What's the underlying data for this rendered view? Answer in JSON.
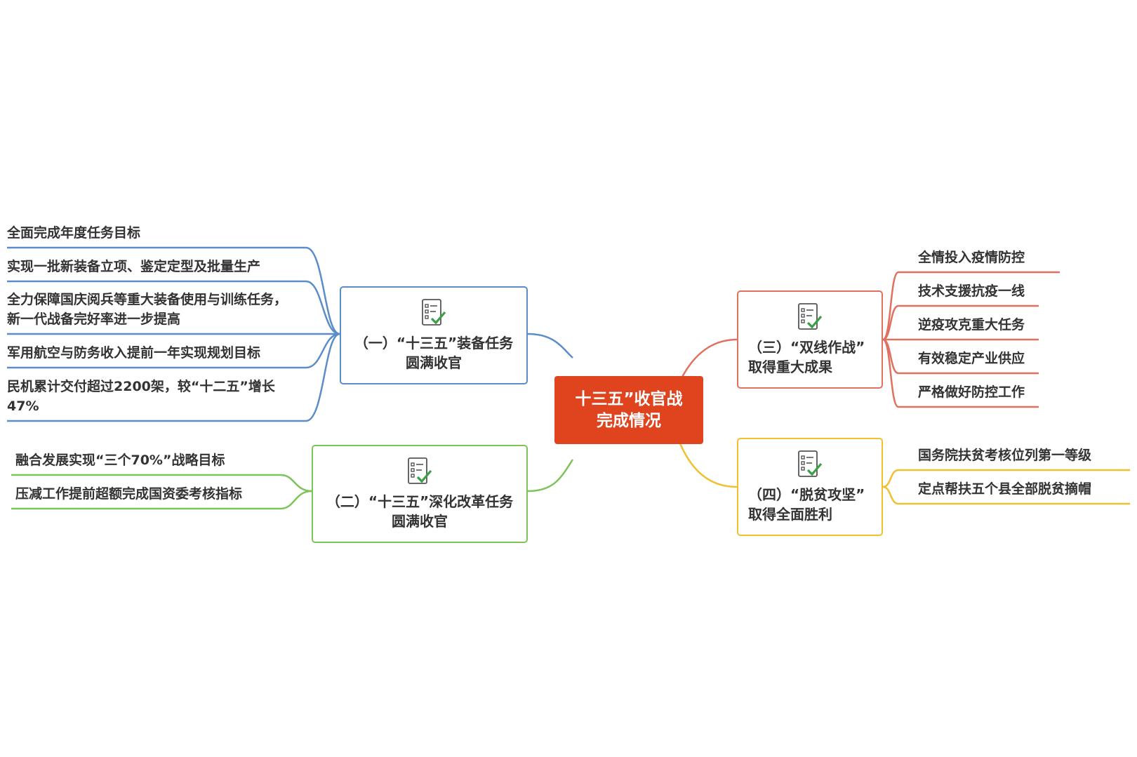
{
  "center": {
    "title": "十三五”收官战\n完成情况"
  },
  "branches": [
    {
      "title": "（一）“十三五”装备任务\n圆满收官",
      "color": "#5b8dc9",
      "icon": "checklist-icon",
      "items": [
        "全面完成年度任务目标",
        "实现一批新装备立项、鉴定定型及批量生产",
        "全力保障国庆阅兵等重大装备使用与训练任务，新一代战备完好率进一步提高",
        "军用航空与防务收入提前一年实现规划目标",
        "民机累计交付超过2200架，较“十二五”增长47%"
      ]
    },
    {
      "title": "（二）“十三五”深化改革任务\n圆满收官",
      "color": "#7cc45a",
      "icon": "checklist-icon",
      "items": [
        "融合发展实现“三个70%”战略目标",
        "压减工作提前超额完成国资委考核指标"
      ]
    },
    {
      "title": "（三）“双线作战”\n取得重大成果",
      "color": "#e07060",
      "icon": "checklist-icon",
      "items": [
        "全情投入疫情防控",
        "技术支援抗疫一线",
        "逆疫攻克重大任务",
        "有效稳定产业供应",
        "严格做好防控工作"
      ]
    },
    {
      "title": "（四）“脱贫攻坚”\n取得全面胜利",
      "color": "#f0c030",
      "icon": "checklist-icon",
      "items": [
        "国务院扶贫考核位列第一等级",
        "定点帮扶五个县全部脱贫摘帽"
      ]
    }
  ]
}
